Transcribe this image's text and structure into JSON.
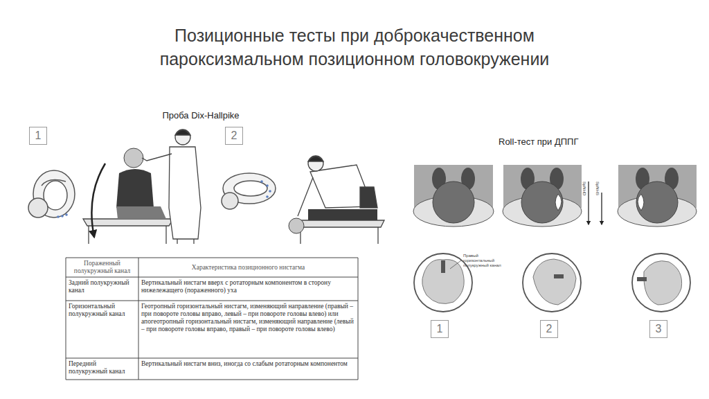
{
  "diagram": {
    "title": "Позиционные тесты при доброкачественном пароксизмальном позиционном головокружении",
    "nodes": [
      {
        "text": [
          "1"
        ]
      },
      {
        "text": [
          "2"
        ]
      },
      {
        "text": [
          "1"
        ]
      },
      {
        "text": [
          "2"
        ]
      },
      {
        "text": [
          "3"
        ]
      }
    ],
    "labels": [
      "Проба Dix-Hallpike",
      "Roll-тест при ДППГ",
      "Правый горизонтальный полукружный канал",
      "SpNHD",
      "SpNHS",
      "Пораженный полукружный канал",
      "Характеристика позиционного нистагма",
      "Задний полукружный канал",
      "Вертикальный нистагм вверх с ротаторным компонентом в сторону нижележащего (пораженного) уха",
      "Горизонтальный полукружный канал",
      "Геотропный горизонтальный нистагм, изменяющий направление (правый – при повороте головы вправо, левый – при повороте головы влево) или апогеотропный горизонтальный нистагм, изменяющий направление (левый – при повороте головы вправо, правый – при повороте головы влево)",
      "Передний полукружный канал",
      "Вертикальный нистагм вниз, иногда со слабым ротаторным компонентом"
    ]
  }
}
